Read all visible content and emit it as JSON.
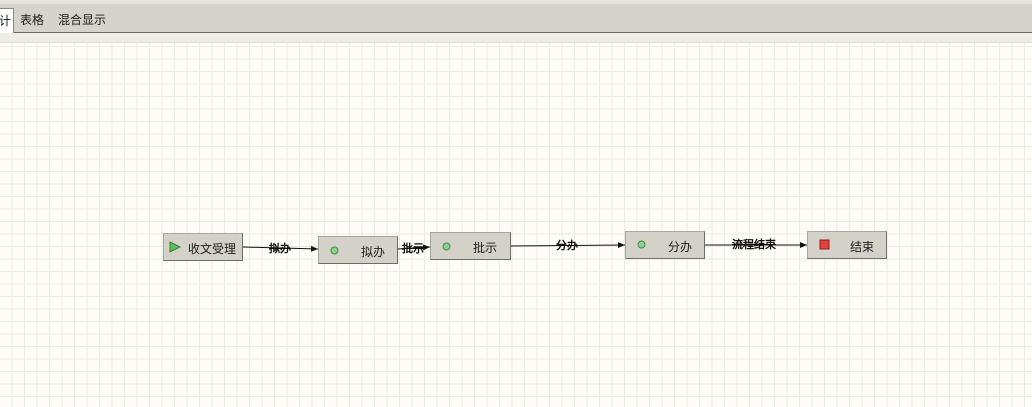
{
  "tabs": [
    {
      "label": "计"
    },
    {
      "label": "表格"
    },
    {
      "label": "混合显示"
    }
  ],
  "workflow": {
    "nodes": [
      {
        "label": "收文受理",
        "icon": "start-triangle-icon",
        "color": "#3a9c3a"
      },
      {
        "label": "拟办",
        "icon": "task-dot-icon",
        "color": "#5fae5f"
      },
      {
        "label": "批示",
        "icon": "task-dot-icon",
        "color": "#5fae5f"
      },
      {
        "label": "分办",
        "icon": "task-dot-icon",
        "color": "#5fae5f"
      },
      {
        "label": "结束",
        "icon": "end-square-icon",
        "color": "#d93030"
      }
    ],
    "transitions": [
      {
        "label": "拟办"
      },
      {
        "label": "批示"
      },
      {
        "label": "分办"
      },
      {
        "label": "流程结束"
      }
    ]
  }
}
